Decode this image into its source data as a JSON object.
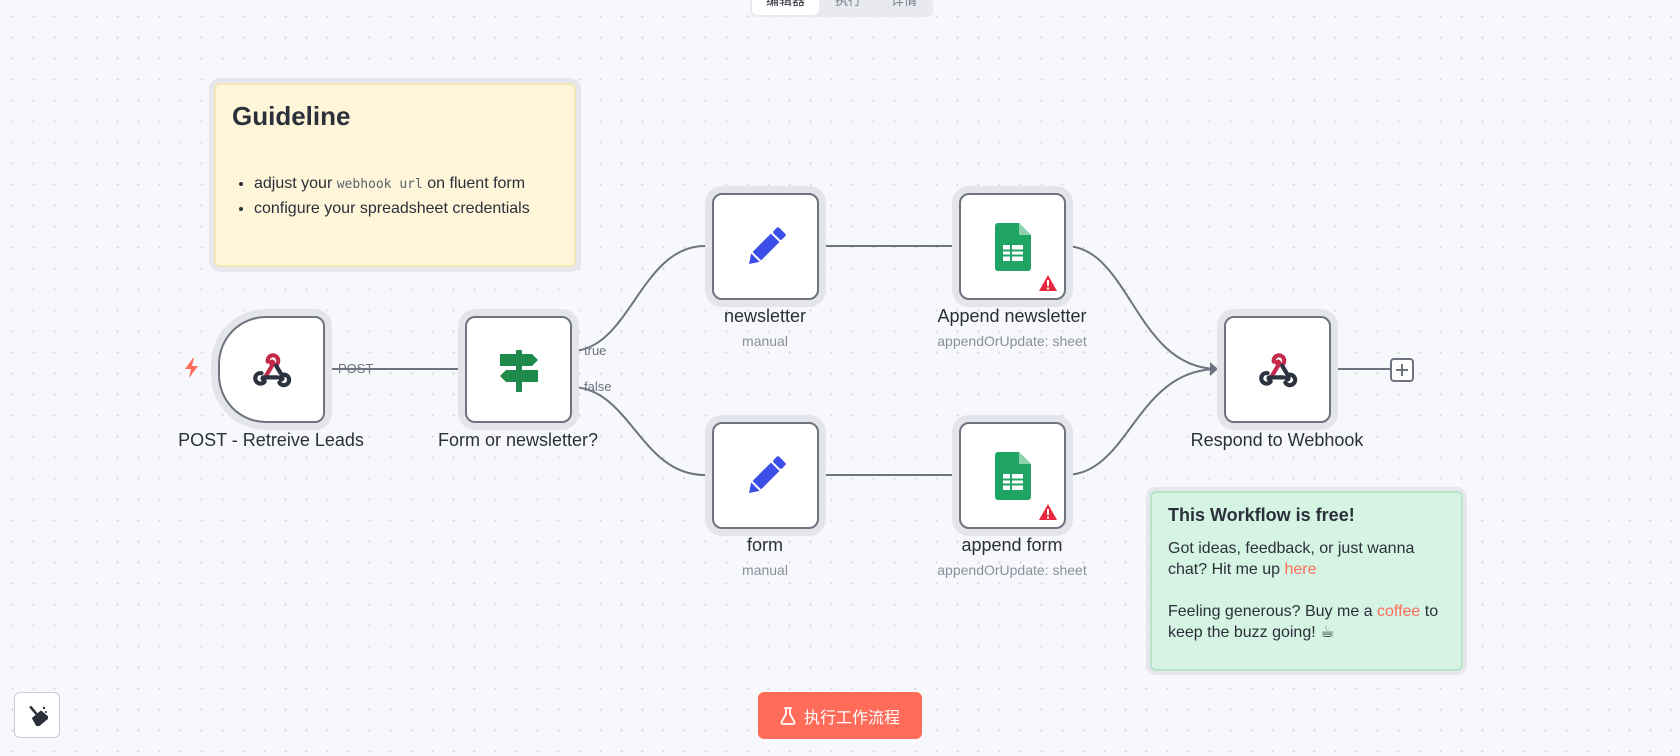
{
  "tabs": [
    {
      "label": "编辑器",
      "active": true
    },
    {
      "label": "执行",
      "active": false
    },
    {
      "label": "详情",
      "active": false
    }
  ],
  "guideline": {
    "title": "Guideline",
    "items": [
      {
        "before": "adjust your ",
        "code": "webhook url",
        "after": " on fluent form"
      },
      {
        "text": "configure your spreadsheet credentials"
      }
    ]
  },
  "free_note": {
    "title": "This Workflow is free!",
    "line1": "Got ideas, feedback, or just wanna chat? Hit me up ",
    "line1_link": "here",
    "line2": "Feeling generous? Buy me a ",
    "line2_link": "coffee",
    "line2_end": " to keep the buzz going! ☕"
  },
  "nodes": {
    "webhook": {
      "name": "POST - Retreive Leads",
      "output_label": "POST"
    },
    "switch": {
      "name": "Form or newsletter?",
      "true_label": "true",
      "false_label": "false"
    },
    "newsletter": {
      "name": "newsletter",
      "subtitle": "manual"
    },
    "form": {
      "name": "form",
      "subtitle": "manual"
    },
    "append_newsletter": {
      "name": "Append newsletter",
      "subtitle": "appendOrUpdate: sheet"
    },
    "append_form": {
      "name": "append form",
      "subtitle": "appendOrUpdate: sheet"
    },
    "respond": {
      "name": "Respond to Webhook"
    }
  },
  "run_button": {
    "label": "执行工作流程"
  },
  "colors": {
    "accent": "#ff6d5a",
    "sheets_green": "#1fa463",
    "pencil_blue": "#3b4ee8",
    "warning_red": "#e8283c",
    "sticky_yellow": "#fff6d9",
    "sticky_green": "#d5f4e3"
  }
}
